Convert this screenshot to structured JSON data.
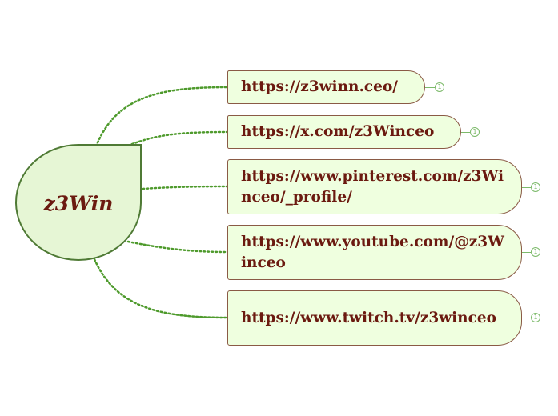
{
  "map": {
    "central_topic": "z3Win",
    "topics": [
      {
        "label": "https://z3winn.ceo/",
        "count": "1"
      },
      {
        "label": "https://x.com/z3Winceo",
        "count": "1"
      },
      {
        "label": "https://www.pinterest.com/z3Winceo/_profile/",
        "count": "1"
      },
      {
        "label": "https://www.youtube.com/@z3Winceo",
        "count": "1"
      },
      {
        "label": "https://www.twitch.tv/z3winceo",
        "count": "1"
      }
    ]
  },
  "colors": {
    "central_fill": "#e6f6d5",
    "central_border": "#4f7a35",
    "topic_fill": "#efffdf",
    "topic_border": "#8a5a45",
    "text": "#6b1a10",
    "connector": "#4e9a2c",
    "badge": "#7cba6a"
  }
}
